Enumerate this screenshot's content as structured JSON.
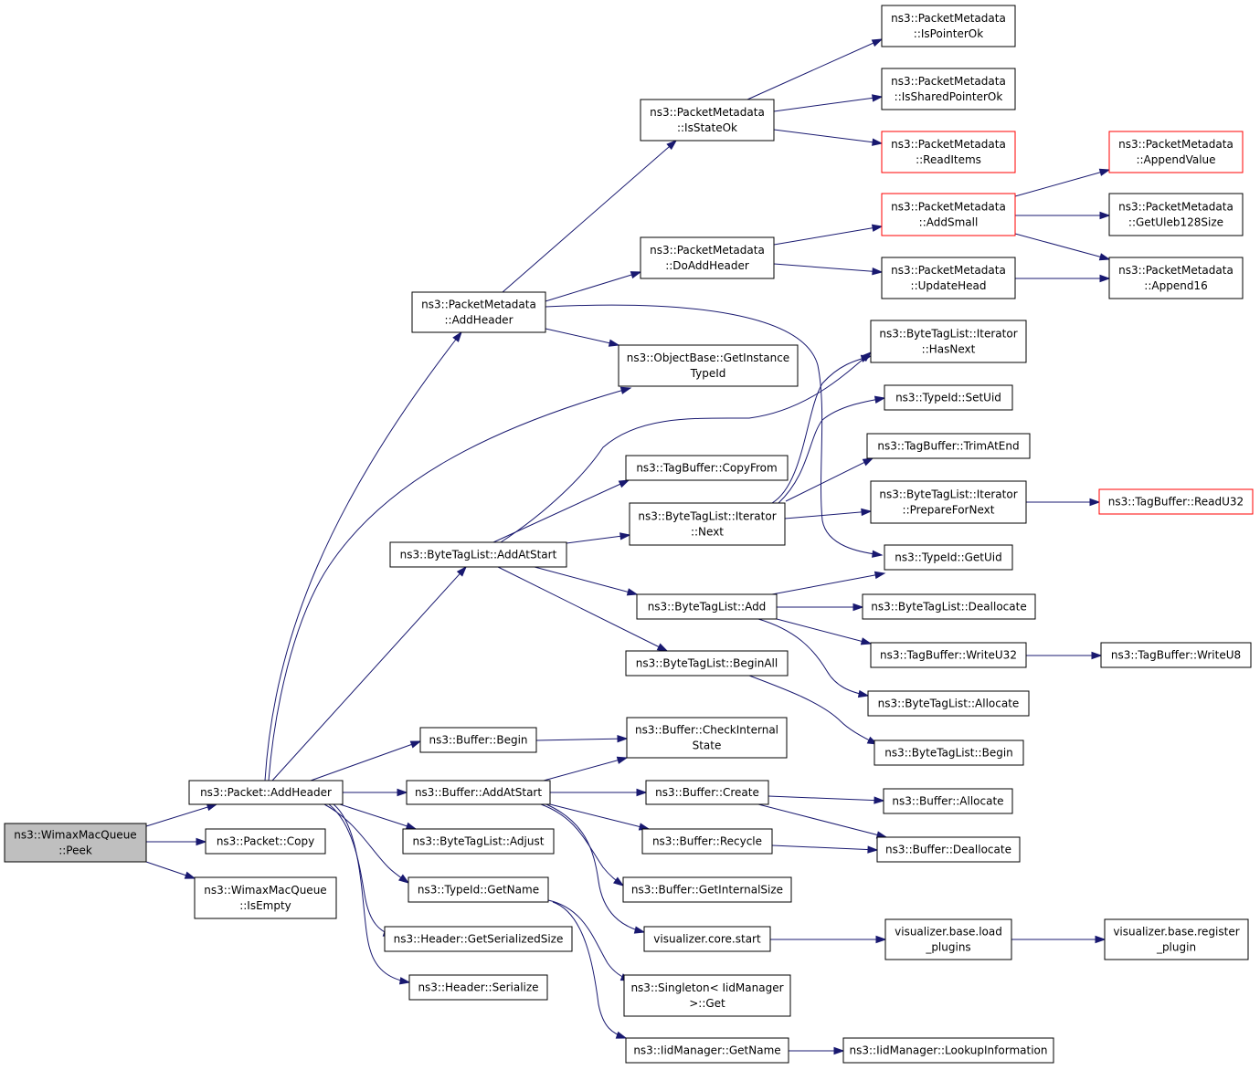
{
  "graph": {
    "nodes": [
      {
        "id": "wimax_peek",
        "lines": [
          "ns3::WimaxMacQueue",
          "::Peek"
        ],
        "style": "root"
      },
      {
        "id": "packet_addheader",
        "lines": [
          "ns3::Packet::AddHeader"
        ],
        "style": "normal"
      },
      {
        "id": "packet_copy",
        "lines": [
          "ns3::Packet::Copy"
        ],
        "style": "normal"
      },
      {
        "id": "wimax_isempty",
        "lines": [
          "ns3::WimaxMacQueue",
          "::IsEmpty"
        ],
        "style": "normal"
      },
      {
        "id": "pm_addheader",
        "lines": [
          "ns3::PacketMetadata",
          "::AddHeader"
        ],
        "style": "normal"
      },
      {
        "id": "btl_addatstart",
        "lines": [
          "ns3::ByteTagList::AddAtStart"
        ],
        "style": "normal"
      },
      {
        "id": "buf_begin",
        "lines": [
          "ns3::Buffer::Begin"
        ],
        "style": "normal"
      },
      {
        "id": "buf_addatstart",
        "lines": [
          "ns3::Buffer::AddAtStart"
        ],
        "style": "normal"
      },
      {
        "id": "btl_adjust",
        "lines": [
          "ns3::ByteTagList::Adjust"
        ],
        "style": "normal"
      },
      {
        "id": "typeid_getname",
        "lines": [
          "ns3::TypeId::GetName"
        ],
        "style": "normal"
      },
      {
        "id": "hdr_getsersize",
        "lines": [
          "ns3::Header::GetSerializedSize"
        ],
        "style": "normal"
      },
      {
        "id": "hdr_serialize",
        "lines": [
          "ns3::Header::Serialize"
        ],
        "style": "normal"
      },
      {
        "id": "pm_isstateok",
        "lines": [
          "ns3::PacketMetadata",
          "::IsStateOk"
        ],
        "style": "normal"
      },
      {
        "id": "pm_doaddheader",
        "lines": [
          "ns3::PacketMetadata",
          "::DoAddHeader"
        ],
        "style": "normal"
      },
      {
        "id": "ob_getinstancetypeid",
        "lines": [
          "ns3::ObjectBase::GetInstance",
          "TypeId"
        ],
        "style": "normal"
      },
      {
        "id": "tb_copyfrom",
        "lines": [
          "ns3::TagBuffer::CopyFrom"
        ],
        "style": "normal"
      },
      {
        "id": "btli_next",
        "lines": [
          "ns3::ByteTagList::Iterator",
          "::Next"
        ],
        "style": "normal"
      },
      {
        "id": "btl_add",
        "lines": [
          "ns3::ByteTagList::Add"
        ],
        "style": "normal"
      },
      {
        "id": "btl_beginall",
        "lines": [
          "ns3::ByteTagList::BeginAll"
        ],
        "style": "normal"
      },
      {
        "id": "buf_checkinternal",
        "lines": [
          "ns3::Buffer::CheckInternal",
          "State"
        ],
        "style": "normal"
      },
      {
        "id": "buf_create",
        "lines": [
          "ns3::Buffer::Create"
        ],
        "style": "normal"
      },
      {
        "id": "buf_recycle",
        "lines": [
          "ns3::Buffer::Recycle"
        ],
        "style": "normal"
      },
      {
        "id": "buf_getinternalsize",
        "lines": [
          "ns3::Buffer::GetInternalSize"
        ],
        "style": "normal"
      },
      {
        "id": "vis_core_start",
        "lines": [
          "visualizer.core.start"
        ],
        "style": "normal"
      },
      {
        "id": "singleton_get",
        "lines": [
          "ns3::Singleton< IidManager",
          ">::Get"
        ],
        "style": "normal"
      },
      {
        "id": "iid_getname",
        "lines": [
          "ns3::IidManager::GetName"
        ],
        "style": "normal"
      },
      {
        "id": "pm_ispointerok",
        "lines": [
          "ns3::PacketMetadata",
          "::IsPointerOk"
        ],
        "style": "normal"
      },
      {
        "id": "pm_issharedpointerok",
        "lines": [
          "ns3::PacketMetadata",
          "::IsSharedPointerOk"
        ],
        "style": "normal"
      },
      {
        "id": "pm_readitems",
        "lines": [
          "ns3::PacketMetadata",
          "::ReadItems"
        ],
        "style": "red"
      },
      {
        "id": "pm_addsmall",
        "lines": [
          "ns3::PacketMetadata",
          "::AddSmall"
        ],
        "style": "red"
      },
      {
        "id": "pm_updatehead",
        "lines": [
          "ns3::PacketMetadata",
          "::UpdateHead"
        ],
        "style": "normal"
      },
      {
        "id": "btli_hasnext",
        "lines": [
          "ns3::ByteTagList::Iterator",
          "::HasNext"
        ],
        "style": "normal"
      },
      {
        "id": "typeid_setuid",
        "lines": [
          "ns3::TypeId::SetUid"
        ],
        "style": "normal"
      },
      {
        "id": "tb_trimatend",
        "lines": [
          "ns3::TagBuffer::TrimAtEnd"
        ],
        "style": "normal"
      },
      {
        "id": "btli_preparefornext",
        "lines": [
          "ns3::ByteTagList::Iterator",
          "::PrepareForNext"
        ],
        "style": "normal"
      },
      {
        "id": "typeid_getuid",
        "lines": [
          "ns3::TypeId::GetUid"
        ],
        "style": "normal"
      },
      {
        "id": "btl_deallocate",
        "lines": [
          "ns3::ByteTagList::Deallocate"
        ],
        "style": "normal"
      },
      {
        "id": "tb_writeu32",
        "lines": [
          "ns3::TagBuffer::WriteU32"
        ],
        "style": "normal"
      },
      {
        "id": "btl_allocate",
        "lines": [
          "ns3::ByteTagList::Allocate"
        ],
        "style": "normal"
      },
      {
        "id": "btl_begin",
        "lines": [
          "ns3::ByteTagList::Begin"
        ],
        "style": "normal"
      },
      {
        "id": "buf_allocate",
        "lines": [
          "ns3::Buffer::Allocate"
        ],
        "style": "normal"
      },
      {
        "id": "buf_deallocate",
        "lines": [
          "ns3::Buffer::Deallocate"
        ],
        "style": "normal"
      },
      {
        "id": "vis_base_loadplugins",
        "lines": [
          "visualizer.base.load",
          "_plugins"
        ],
        "style": "normal"
      },
      {
        "id": "iid_lookupinfo",
        "lines": [
          "ns3::IidManager::LookupInformation"
        ],
        "style": "normal"
      },
      {
        "id": "pm_appendvalue",
        "lines": [
          "ns3::PacketMetadata",
          "::AppendValue"
        ],
        "style": "red"
      },
      {
        "id": "pm_getuleb128size",
        "lines": [
          "ns3::PacketMetadata",
          "::GetUleb128Size"
        ],
        "style": "normal"
      },
      {
        "id": "pm_append16",
        "lines": [
          "ns3::PacketMetadata",
          "::Append16"
        ],
        "style": "normal"
      },
      {
        "id": "tb_readu32",
        "lines": [
          "ns3::TagBuffer::ReadU32"
        ],
        "style": "red"
      },
      {
        "id": "tb_writeu8",
        "lines": [
          "ns3::TagBuffer::WriteU8"
        ],
        "style": "normal"
      },
      {
        "id": "vis_base_registerplugin",
        "lines": [
          "visualizer.base.register",
          "_plugin"
        ],
        "style": "normal"
      }
    ],
    "edges": [
      [
        "wimax_peek",
        "packet_addheader"
      ],
      [
        "wimax_peek",
        "packet_copy"
      ],
      [
        "wimax_peek",
        "wimax_isempty"
      ],
      [
        "packet_addheader",
        "pm_addheader"
      ],
      [
        "packet_addheader",
        "btl_addatstart"
      ],
      [
        "packet_addheader",
        "buf_begin"
      ],
      [
        "packet_addheader",
        "buf_addatstart"
      ],
      [
        "packet_addheader",
        "btl_adjust"
      ],
      [
        "packet_addheader",
        "typeid_getname"
      ],
      [
        "packet_addheader",
        "hdr_getsersize"
      ],
      [
        "packet_addheader",
        "hdr_serialize"
      ],
      [
        "packet_addheader",
        "ob_getinstancetypeid"
      ],
      [
        "pm_addheader",
        "pm_isstateok"
      ],
      [
        "pm_addheader",
        "pm_doaddheader"
      ],
      [
        "pm_addheader",
        "ob_getinstancetypeid"
      ],
      [
        "pm_addheader",
        "typeid_getuid"
      ],
      [
        "pm_isstateok",
        "pm_ispointerok"
      ],
      [
        "pm_isstateok",
        "pm_issharedpointerok"
      ],
      [
        "pm_isstateok",
        "pm_readitems"
      ],
      [
        "pm_doaddheader",
        "pm_addsmall"
      ],
      [
        "pm_doaddheader",
        "pm_updatehead"
      ],
      [
        "pm_addsmall",
        "pm_appendvalue"
      ],
      [
        "pm_addsmall",
        "pm_getuleb128size"
      ],
      [
        "pm_addsmall",
        "pm_append16"
      ],
      [
        "pm_updatehead",
        "pm_append16"
      ],
      [
        "btl_addatstart",
        "btli_hasnext"
      ],
      [
        "btl_addatstart",
        "tb_copyfrom"
      ],
      [
        "btl_addatstart",
        "btli_next"
      ],
      [
        "btl_addatstart",
        "btl_add"
      ],
      [
        "btl_addatstart",
        "btl_beginall"
      ],
      [
        "btli_next",
        "btli_hasnext"
      ],
      [
        "btli_next",
        "typeid_setuid"
      ],
      [
        "btli_next",
        "tb_trimatend"
      ],
      [
        "btli_next",
        "btli_preparefornext"
      ],
      [
        "btli_preparefornext",
        "tb_readu32"
      ],
      [
        "btl_add",
        "typeid_getuid"
      ],
      [
        "btl_add",
        "btl_deallocate"
      ],
      [
        "btl_add",
        "tb_writeu32"
      ],
      [
        "btl_add",
        "btl_allocate"
      ],
      [
        "tb_writeu32",
        "tb_writeu8"
      ],
      [
        "btl_beginall",
        "btl_begin"
      ],
      [
        "buf_begin",
        "buf_checkinternal"
      ],
      [
        "buf_addatstart",
        "buf_checkinternal"
      ],
      [
        "buf_addatstart",
        "buf_create"
      ],
      [
        "buf_addatstart",
        "buf_recycle"
      ],
      [
        "buf_addatstart",
        "buf_getinternalsize"
      ],
      [
        "buf_addatstart",
        "vis_core_start"
      ],
      [
        "buf_create",
        "buf_allocate"
      ],
      [
        "buf_create",
        "buf_deallocate"
      ],
      [
        "buf_recycle",
        "buf_deallocate"
      ],
      [
        "vis_core_start",
        "vis_base_loadplugins"
      ],
      [
        "vis_base_loadplugins",
        "vis_base_registerplugin"
      ],
      [
        "typeid_getname",
        "singleton_get"
      ],
      [
        "typeid_getname",
        "iid_getname"
      ],
      [
        "iid_getname",
        "iid_lookupinfo"
      ]
    ]
  }
}
